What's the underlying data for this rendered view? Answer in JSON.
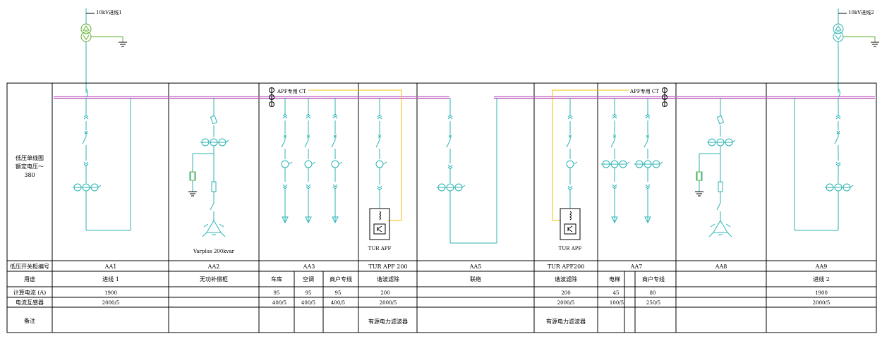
{
  "incoming": [
    {
      "label": "10kV进线1"
    },
    {
      "label": "10kV进线2"
    }
  ],
  "diagram_title_lines": [
    "低压单线图",
    "额定电压～",
    "380"
  ],
  "apf_ct_label": "APF专用 CT",
  "capacitor_label": "Varplus 200kvar",
  "apf_box_label": "TUR APF",
  "table": {
    "row_headers": [
      "低压开关柜编号",
      "用途",
      "计算电流 (A)",
      "电流互感器",
      "备注"
    ],
    "cabinet_ids": [
      "AA1",
      "AA2",
      "AA3",
      "TUR APF 200",
      "AA5",
      "TUR APF200",
      "AA7",
      "AA8",
      "AA9"
    ],
    "usage": [
      "进线 1",
      "无功补偿柜",
      "车库",
      "空调",
      "商户专线",
      "谐波滤除",
      "联络",
      "谐波滤除",
      "电梯",
      "商户专线",
      "进线 2"
    ],
    "current": [
      "1900",
      "95",
      "95",
      "95",
      "200",
      "200",
      "45",
      "80",
      "1900"
    ],
    "ct": [
      "2000/5",
      "400/5",
      "400/5",
      "400/5",
      "2000/5",
      "2000/5",
      "100/5",
      "250/5",
      "2000/5"
    ],
    "remarks": [
      "有源电力滤波器",
      "有源电力滤波器"
    ]
  },
  "colors": {
    "wire": "#2bb3b3",
    "busbar": "#c060c0",
    "apf_link": "#f0c000",
    "transformer": "#60b030",
    "grid": "#000000"
  }
}
